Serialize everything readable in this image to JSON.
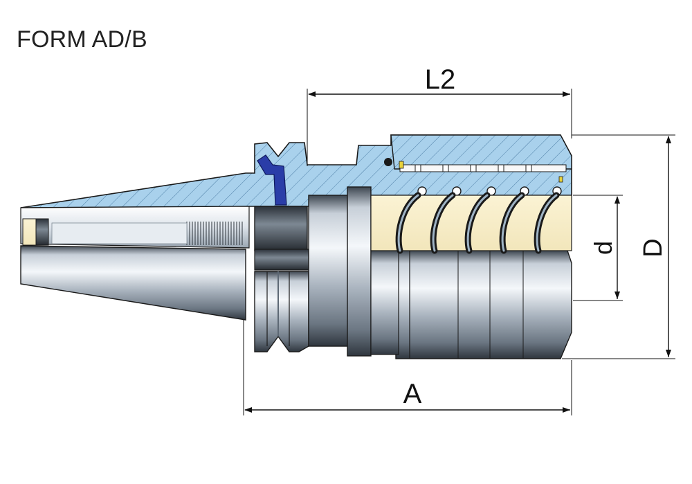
{
  "title": "FORM AD/B",
  "dimensions": {
    "L2": "L2",
    "A": "A",
    "d": "d",
    "D": "D"
  },
  "colors": {
    "section_blue": "#a9d1ec",
    "steel_light": "#dfe6ee",
    "steel_dark": "#5d6874",
    "cream": "#faf1cf",
    "ball_blue": "#2a3da8",
    "outline": "#1a1a1a"
  }
}
